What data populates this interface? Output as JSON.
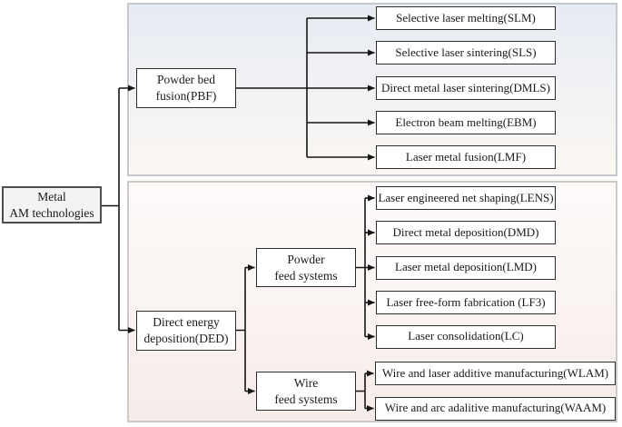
{
  "diagram": {
    "title_implicit": "Metal AM technologies classification",
    "root": {
      "line1": "Metal",
      "line2": "AM technologies"
    },
    "pbf": {
      "line1": "Powder bed",
      "line2": "fusion(PBF)"
    },
    "ded": {
      "line1": "Direct energy",
      "line2": "deposition(DED)"
    },
    "powder_feed": {
      "line1": "Powder",
      "line2": "feed systems"
    },
    "wire_feed": {
      "line1": "Wire",
      "line2": "feed systems"
    },
    "pbf_children": [
      "Selective laser melting(SLM)",
      "Selective laser sintering(SLS)",
      "Direct metal laser sintering(DMLS)",
      "Electron beam melting(EBM)",
      "Laser metal fusion(LMF)"
    ],
    "powder_feed_children": [
      "Laser engineered net shaping(LENS)",
      "Direct metal deposition(DMD)",
      "Laser metal deposition(LMD)",
      "Laser free-form fabrication (LF3)",
      "Laser consolidation(LC)"
    ],
    "wire_feed_children": [
      "Wire and laser additive manufacturing(WLAM)",
      "Wire and arc adalitive manufacturing(WAAM)"
    ],
    "colors": {
      "line": "#161616",
      "box_border": "#2e2e2e",
      "root_fill": "#f3f3f3",
      "top_panel_border": "#c6c9ce",
      "top_panel_gradient_top": "#e7ebf2",
      "top_panel_gradient_bottom": "#fbf7f2",
      "bottom_panel_border": "#cfcac8",
      "bottom_panel_gradient_top": "#fdfbfa",
      "bottom_panel_gradient_bottom": "#f6ebe9"
    }
  }
}
